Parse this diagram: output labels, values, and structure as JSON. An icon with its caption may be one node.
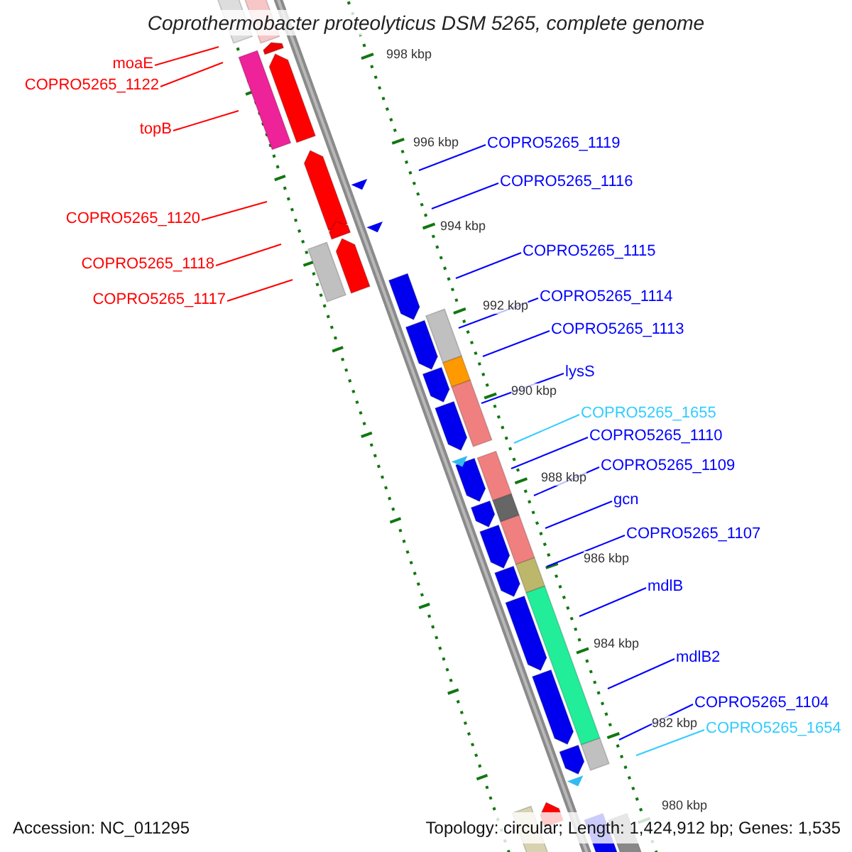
{
  "diagram": {
    "title": "Coprothermobacter proteolyticus DSM 5265, complete genome",
    "nodes": [
      {
        "text": [
          "moaE"
        ]
      },
      {
        "text": [
          "COPRO5265_1122"
        ]
      },
      {
        "text": [
          "topB"
        ]
      },
      {
        "text": [
          "COPRO5265_1120"
        ]
      },
      {
        "text": [
          "COPRO5265_1118"
        ]
      },
      {
        "text": [
          "COPRO5265_1117"
        ]
      },
      {
        "text": [
          "COPRO5265_1119"
        ]
      },
      {
        "text": [
          "COPRO5265_1116"
        ]
      },
      {
        "text": [
          "COPRO5265_1115"
        ]
      },
      {
        "text": [
          "COPRO5265_1114"
        ]
      },
      {
        "text": [
          "COPRO5265_1113"
        ]
      },
      {
        "text": [
          "lysS"
        ]
      },
      {
        "text": [
          "COPRO5265_1655"
        ]
      },
      {
        "text": [
          "COPRO5265_1110"
        ]
      },
      {
        "text": [
          "COPRO5265_1109"
        ]
      },
      {
        "text": [
          "gcn"
        ]
      },
      {
        "text": [
          "COPRO5265_1107"
        ]
      },
      {
        "text": [
          "mdlB"
        ]
      },
      {
        "text": [
          "mdlB2"
        ]
      },
      {
        "text": [
          "COPRO5265_1104"
        ]
      },
      {
        "text": [
          "COPRO5265_1654"
        ]
      }
    ],
    "edges": [
      {
        "from": 0,
        "to": null,
        "arrow": "none",
        "color": "#ff0000"
      },
      {
        "from": 1,
        "to": null,
        "arrow": "none",
        "color": "#ff0000"
      },
      {
        "from": 2,
        "to": null,
        "arrow": "none",
        "color": "#ff0000"
      },
      {
        "from": 3,
        "to": null,
        "arrow": "none",
        "color": "#ff0000"
      },
      {
        "from": 4,
        "to": null,
        "arrow": "none",
        "color": "#ff0000"
      },
      {
        "from": 5,
        "to": null,
        "arrow": "none",
        "color": "#ff0000"
      },
      {
        "from": 6,
        "to": null,
        "arrow": "none"
      },
      {
        "from": 7,
        "to": null,
        "arrow": "none"
      },
      {
        "from": 8,
        "to": null,
        "arrow": "none"
      },
      {
        "from": 9,
        "to": null,
        "arrow": "none"
      },
      {
        "from": 10,
        "to": null,
        "arrow": "none"
      },
      {
        "from": 11,
        "to": null,
        "arrow": "none"
      },
      {
        "from": 12,
        "to": null,
        "arrow": "none",
        "color": "#33ccff"
      },
      {
        "from": 13,
        "to": null,
        "arrow": "none"
      },
      {
        "from": 14,
        "to": null,
        "arrow": "none"
      },
      {
        "from": 15,
        "to": null,
        "arrow": "none"
      },
      {
        "from": 16,
        "to": null,
        "arrow": "none"
      },
      {
        "from": 17,
        "to": null,
        "arrow": "none"
      },
      {
        "from": 18,
        "to": null,
        "arrow": "none"
      },
      {
        "from": 19,
        "to": null,
        "arrow": "none"
      },
      {
        "from": 20,
        "to": null,
        "arrow": "none",
        "color": "#33ccff"
      }
    ],
    "labels": [
      "998 kbp",
      "996 kbp",
      "994 kbp",
      "992 kbp",
      "990 kbp",
      "988 kbp",
      "986 kbp",
      "984 kbp",
      "982 kbp",
      "980 kbp",
      "Accession: NC_011295",
      "Topology: circular; Length: 1,424,912 bp; Genes: 1,535"
    ]
  }
}
